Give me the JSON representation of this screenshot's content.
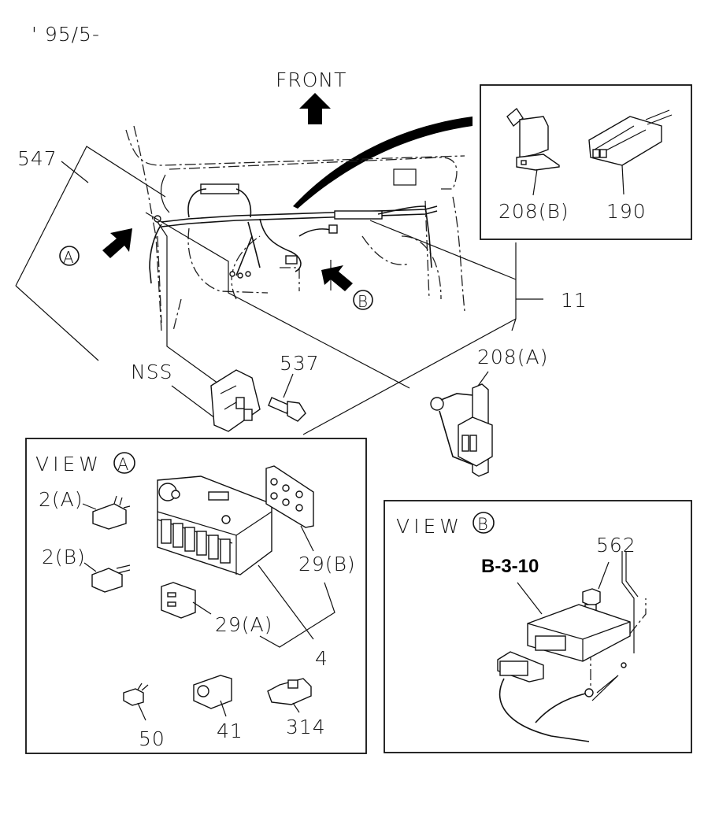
{
  "diagram": {
    "date_code": "' 95/5-",
    "direction_label": "FRONT",
    "callouts": {
      "harness": "547",
      "inset_208b": "208(B)",
      "inset_190": "190",
      "harness_main": "11",
      "bracket_208a": "208(A)",
      "nss": "NSS",
      "bolt_537": "537"
    },
    "view_markers": {
      "a": "A",
      "b": "B"
    },
    "view_a": {
      "title": "VIEW",
      "marker": "A",
      "labels": {
        "relay_2a": "2(A)",
        "relay_2b": "2(B)",
        "cover_29b": "29(B)",
        "clip_29a": "29(A)",
        "fuse_box_4": "4",
        "fuse_50": "50",
        "holder_41": "41",
        "connector_314": "314"
      }
    },
    "view_b": {
      "title": "VIEW",
      "marker": "B",
      "ref_label": "B-3-10",
      "labels": {
        "bolt_562": "562"
      }
    }
  }
}
